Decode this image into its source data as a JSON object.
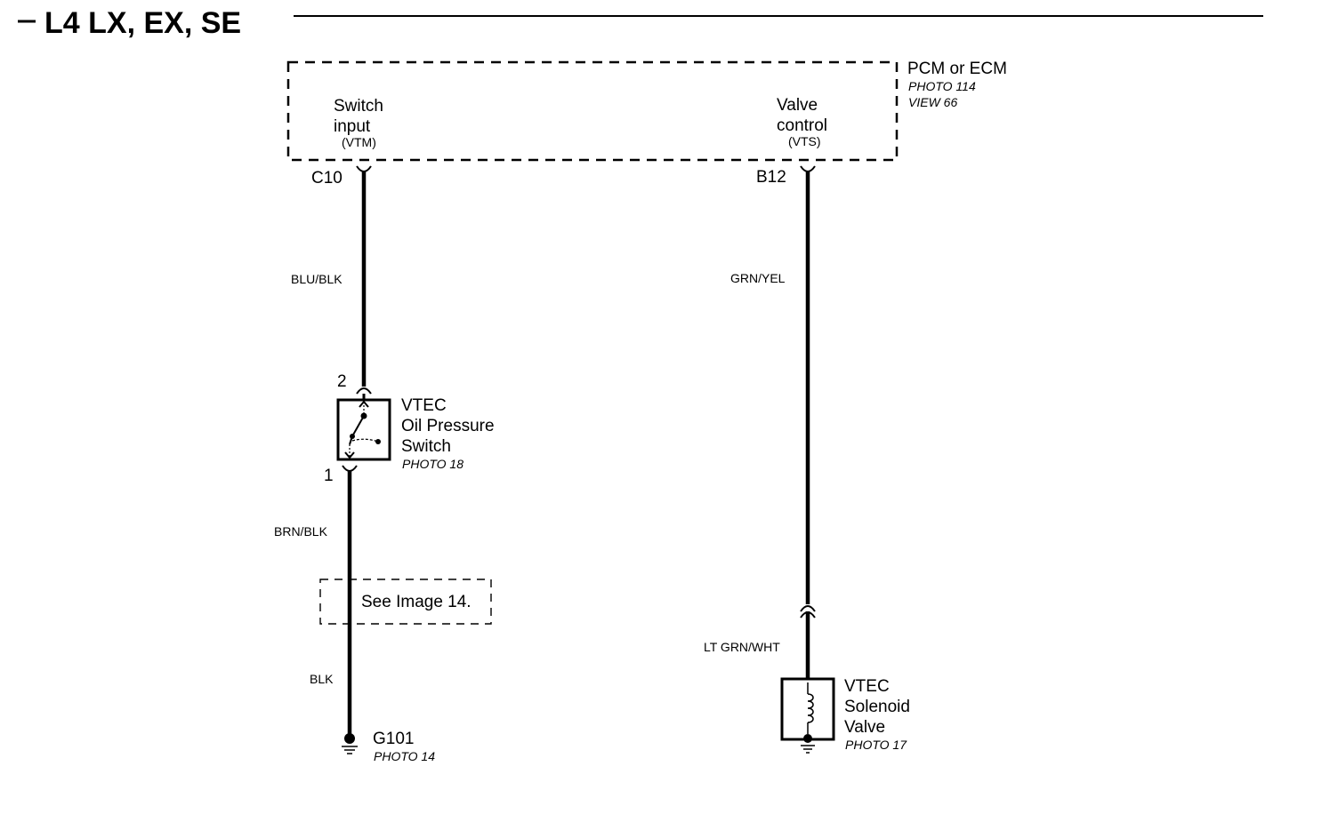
{
  "title": "L4 LX, EX, SE",
  "pcm": {
    "name": "PCM or ECM",
    "photo": "PHOTO 114",
    "view": "VIEW 66",
    "switch_input": {
      "line1": "Switch",
      "line2": "input",
      "code": "(VTM)",
      "pin": "C10"
    },
    "valve_control": {
      "line1": "Valve",
      "line2": "control",
      "code": "(VTS)",
      "pin": "B12"
    }
  },
  "left_circuit": {
    "wire_top": "BLU/BLK",
    "switch_pin_top": "2",
    "switch_pin_bottom": "1",
    "switch": {
      "line1": "VTEC",
      "line2": "Oil Pressure",
      "line3": "Switch",
      "photo": "PHOTO 18"
    },
    "wire_mid": "BRN/BLK",
    "see_image": "See Image 14.",
    "wire_bottom": "BLK",
    "ground": {
      "name": "G101",
      "photo": "PHOTO 14"
    }
  },
  "right_circuit": {
    "wire_top": "GRN/YEL",
    "wire_bottom": "LT GRN/WHT",
    "solenoid": {
      "line1": "VTEC",
      "line2": "Solenoid",
      "line3": "Valve",
      "photo": "PHOTO 17"
    }
  }
}
